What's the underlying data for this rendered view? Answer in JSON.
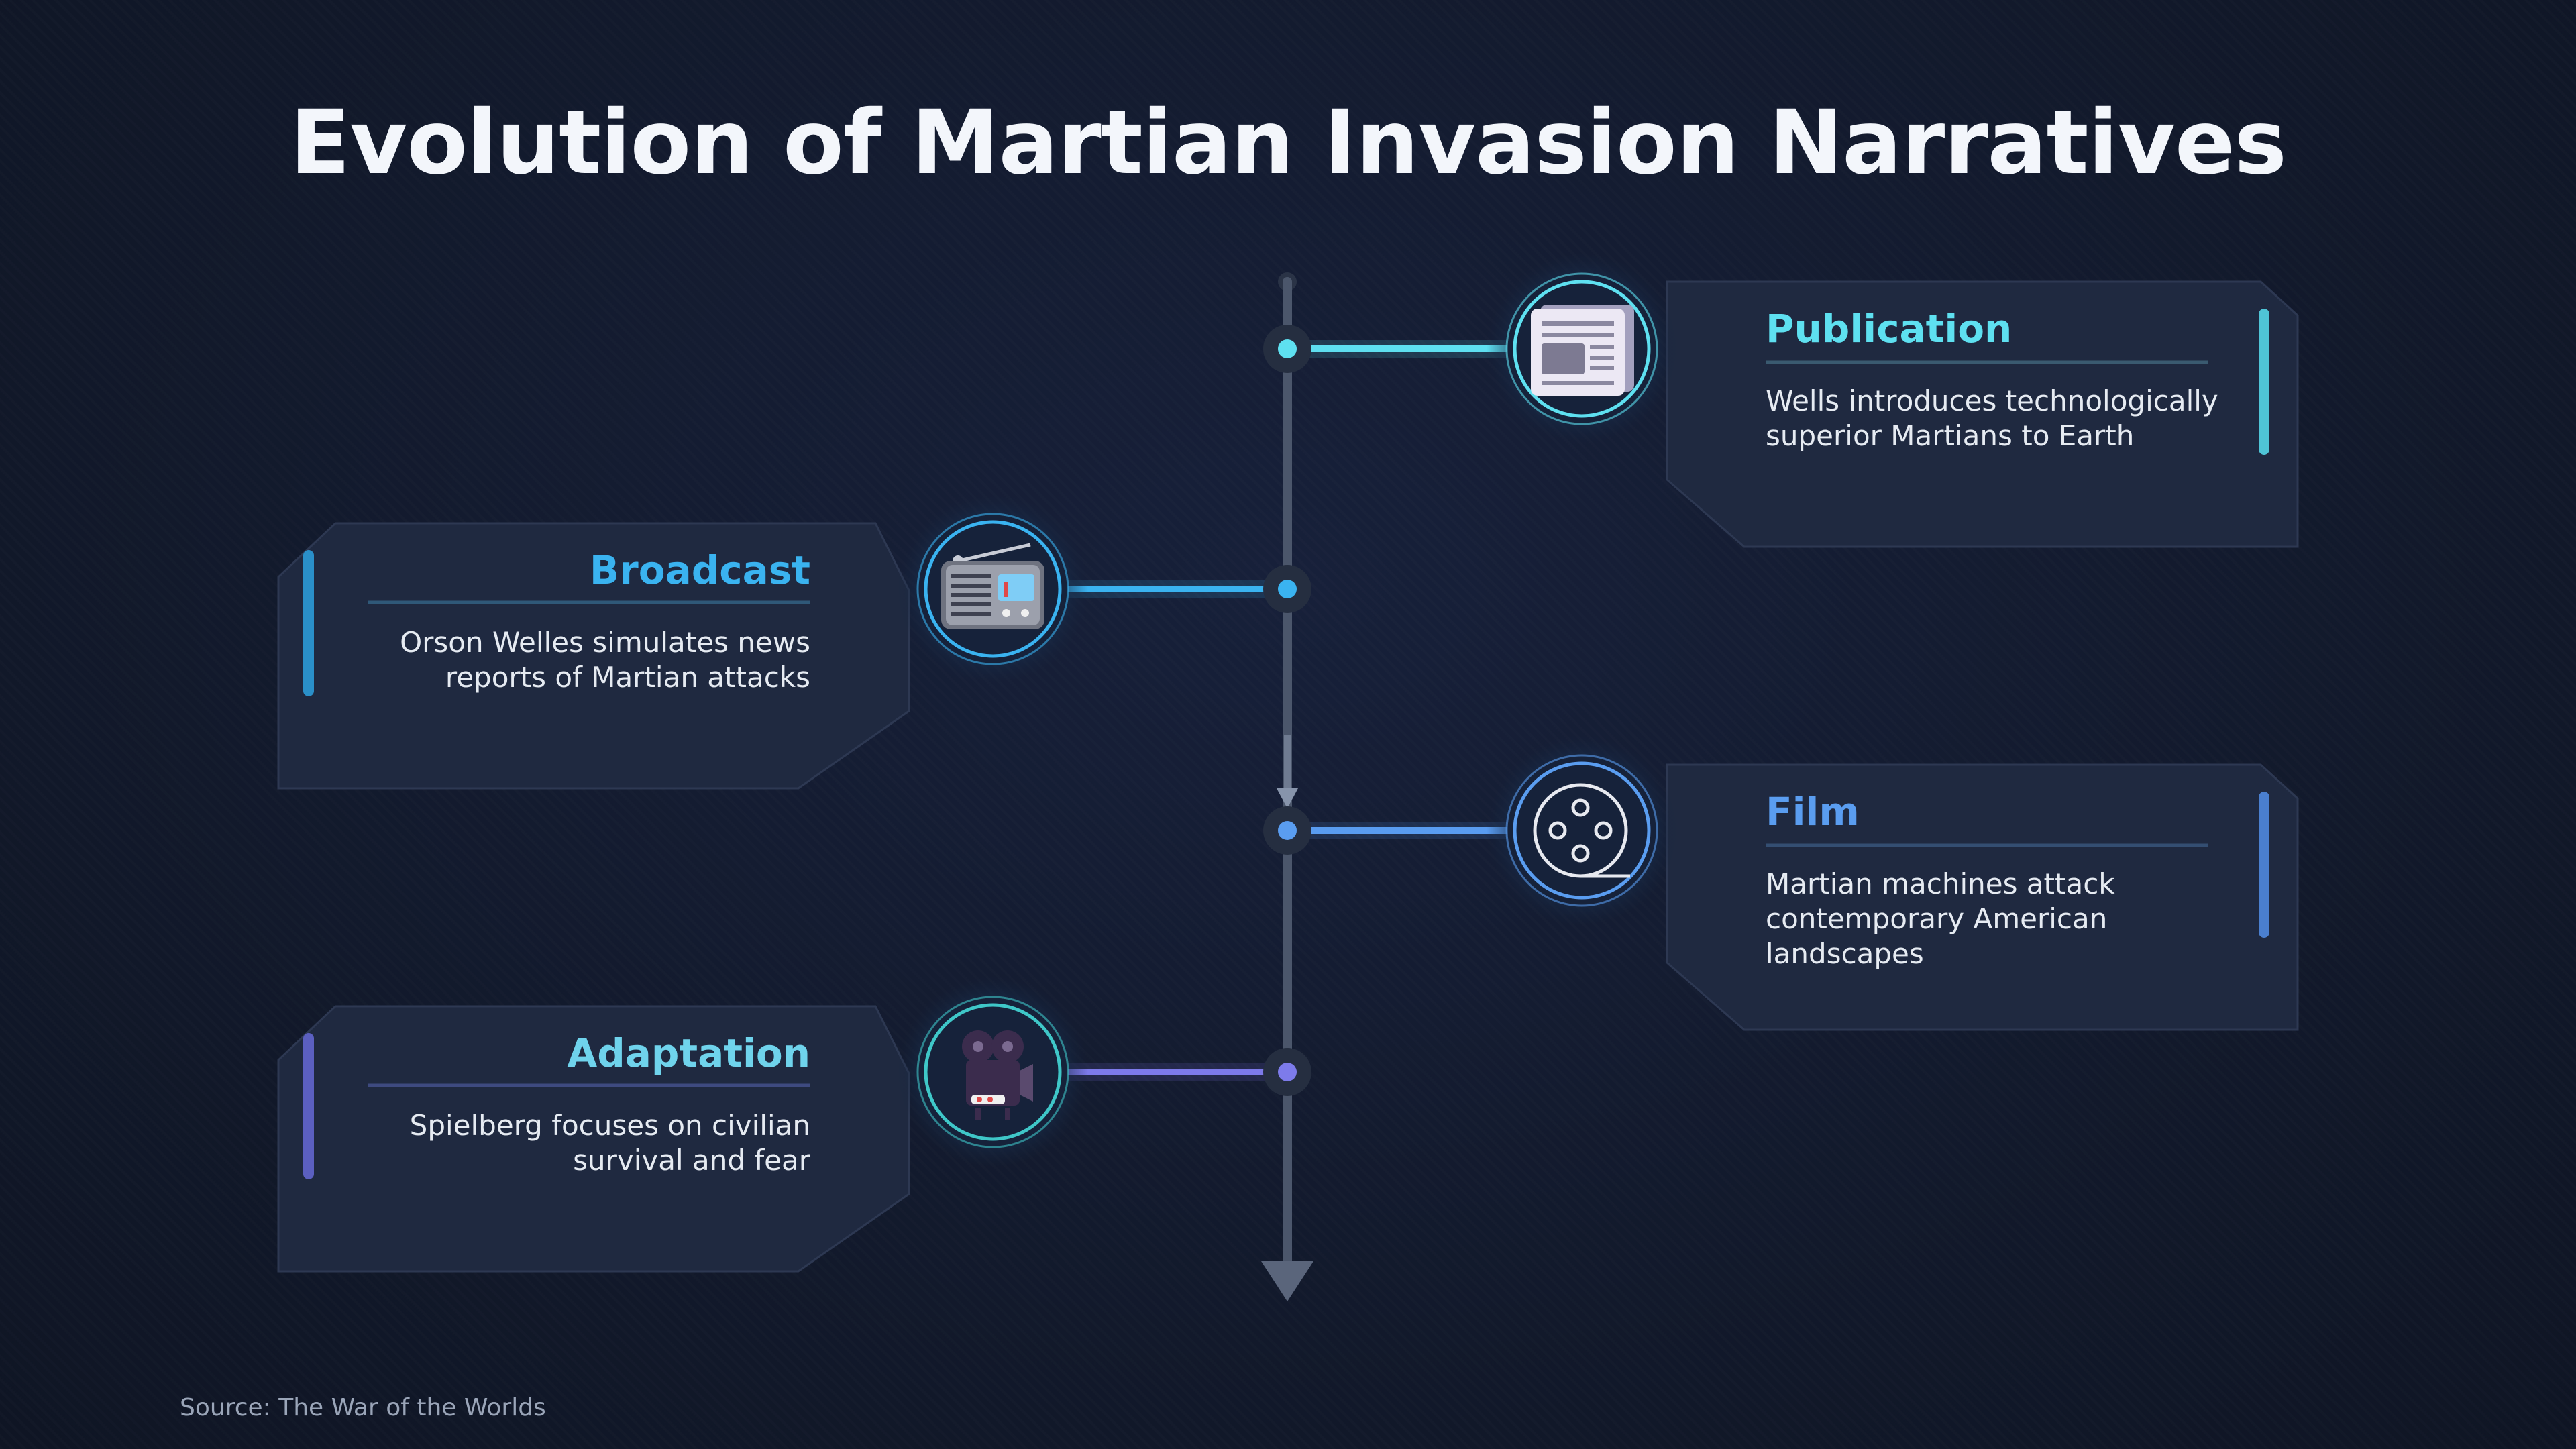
{
  "title": "Evolution of Martian Invasion Narratives",
  "source": "Source: The War of the Worlds",
  "colors": {
    "background": "#111829",
    "card": "#1f2940",
    "axis": "#4b566b",
    "publication": "#5ee0f0",
    "broadcast": "#3ab3f0",
    "film": "#5a9df0",
    "adaptation": "#7d7bea"
  },
  "events": [
    {
      "title": "Publication",
      "description": "Wells introduces technologically\nsuperior Martians to Earth",
      "icon": "newspaper-icon",
      "side": "right"
    },
    {
      "title": "Broadcast",
      "description": "Orson Welles simulates news\nreports of Martian attacks",
      "icon": "radio-icon",
      "side": "left"
    },
    {
      "title": "Film",
      "description": "Martian machines attack\ncontemporary American landscapes",
      "icon": "film-reel-icon",
      "side": "right"
    },
    {
      "title": "Adaptation",
      "description": "Spielberg focuses on civilian\nsurvival and fear",
      "icon": "movie-camera-icon",
      "side": "left"
    }
  ]
}
